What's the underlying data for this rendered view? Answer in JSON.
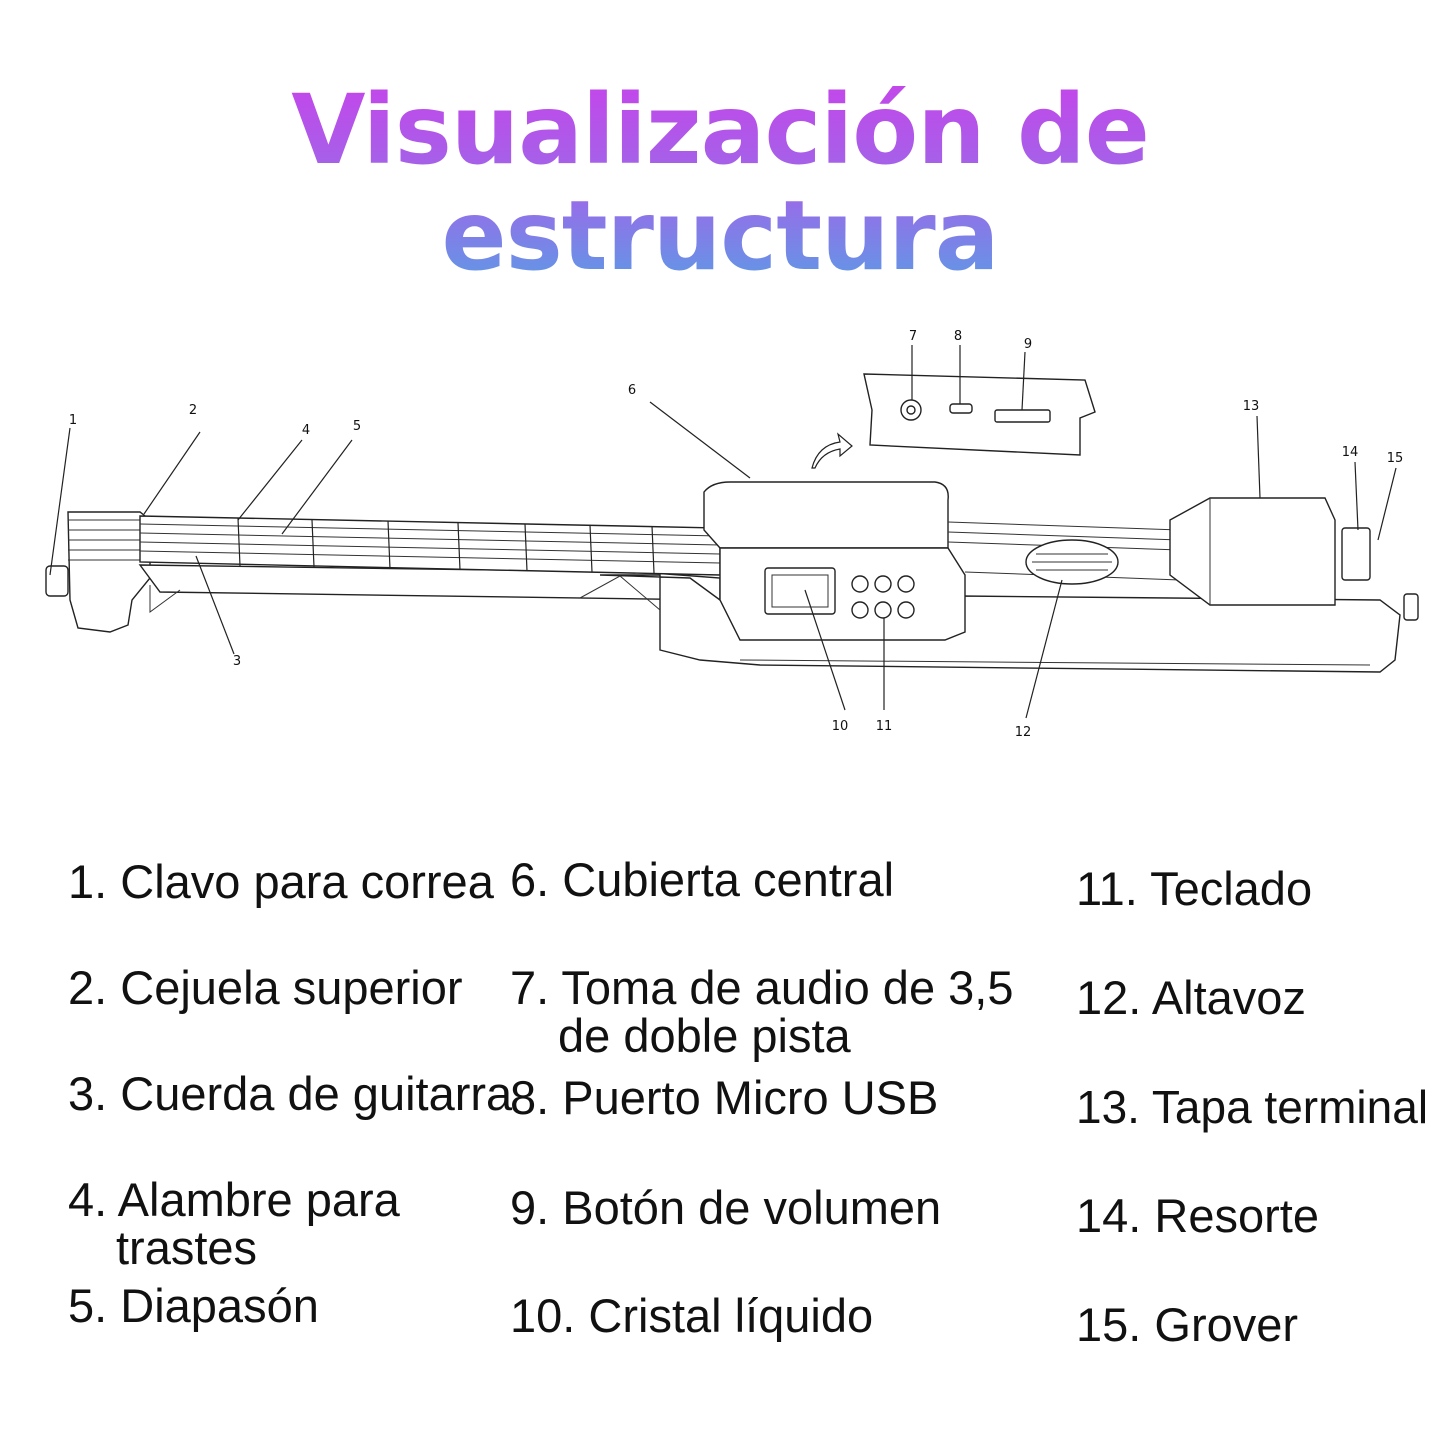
{
  "title": "Visualización de estructura",
  "callouts": [
    "1",
    "2",
    "3",
    "4",
    "5",
    "6",
    "7",
    "8",
    "9",
    "10",
    "11",
    "12",
    "13",
    "14",
    "15"
  ],
  "legend": [
    {
      "num": "1.",
      "text": "Clavo para correa",
      "cont": ""
    },
    {
      "num": "2.",
      "text": "Cejuela superior",
      "cont": ""
    },
    {
      "num": "3.",
      "text": "Cuerda de guitarra",
      "cont": ""
    },
    {
      "num": "4.",
      "text": "Alambre para",
      "cont": "trastes"
    },
    {
      "num": "5.",
      "text": "Diapasón",
      "cont": ""
    },
    {
      "num": "6.",
      "text": "Cubierta central",
      "cont": ""
    },
    {
      "num": "7.",
      "text": "Toma de audio de 3,5",
      "cont": "de doble pista"
    },
    {
      "num": "8.",
      "text": "Puerto Micro USB",
      "cont": ""
    },
    {
      "num": "9.",
      "text": "Botón de volumen",
      "cont": ""
    },
    {
      "num": "10.",
      "text": "Cristal líquido",
      "cont": ""
    },
    {
      "num": "11.",
      "text": "Teclado",
      "cont": ""
    },
    {
      "num": "12.",
      "text": "Altavoz",
      "cont": ""
    },
    {
      "num": "13.",
      "text": "Tapa terminal",
      "cont": ""
    },
    {
      "num": "14.",
      "text": "Resorte",
      "cont": ""
    },
    {
      "num": "15.",
      "text": "Grover",
      "cont": ""
    }
  ]
}
